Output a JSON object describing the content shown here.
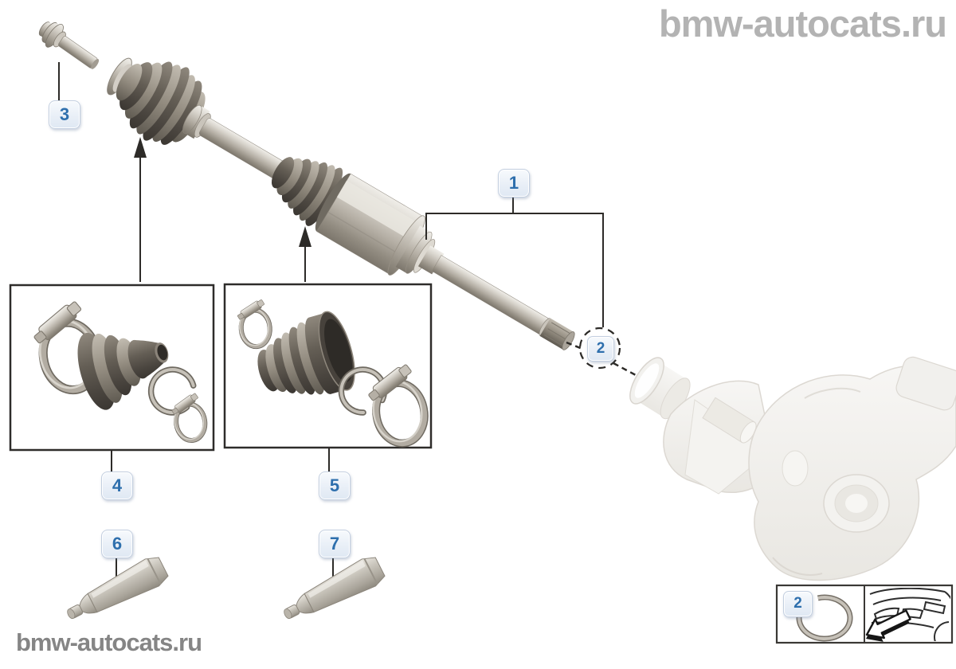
{
  "watermarks": {
    "top_right": "bmw-autocats.ru",
    "bottom_left": "bmw-autocats.ru"
  },
  "callouts": {
    "c1": "1",
    "c2": "2",
    "c3": "3",
    "c4": "4",
    "c5": "5",
    "c6": "6",
    "c7": "7"
  },
  "legend": {
    "callout": "2"
  },
  "colors": {
    "callout_text": "#2e6fad",
    "callout_bg": "#e9eff7",
    "callout_border": "#c3cfe0",
    "line": "#2d2b28",
    "watermark_top": "#b3b3b3",
    "watermark_bottom": "#858585",
    "boot_dark": "#4a453f",
    "metal": "#b5afa5",
    "ghost": "#efede9"
  }
}
